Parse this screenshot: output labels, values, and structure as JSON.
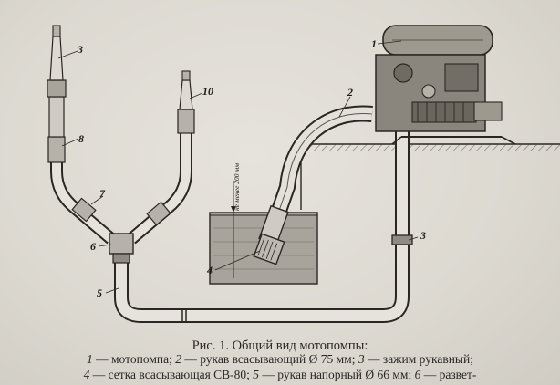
{
  "callouts": {
    "c1_pump": "1",
    "c2_suction_hose": "2",
    "c3_clamp": "3",
    "c3_nozzle_left": "3",
    "c8_left": "8",
    "c7_left": "7",
    "c10_right": "10",
    "c6_splitter": "6",
    "c5_pressure_hose": "5",
    "c4_strainer": "4"
  },
  "annotation_depth": "не менее 200 мм",
  "caption": {
    "title": "Рис. 1. Общий вид мотопомпы:",
    "line1": [
      {
        "num": "1",
        "text": " — мотопомпа; "
      },
      {
        "num": "2",
        "text": " — рукав всасывающий Ø 75 мм; "
      },
      {
        "num": "3",
        "text": " — зажим рукавный;"
      }
    ],
    "line2": [
      {
        "num": "4",
        "text": " — сетка всасывающая СВ-80; "
      },
      {
        "num": "5",
        "text": " — рукав напорный Ø 66 мм; "
      },
      {
        "num": "6",
        "text": " — развет-"
      }
    ]
  }
}
